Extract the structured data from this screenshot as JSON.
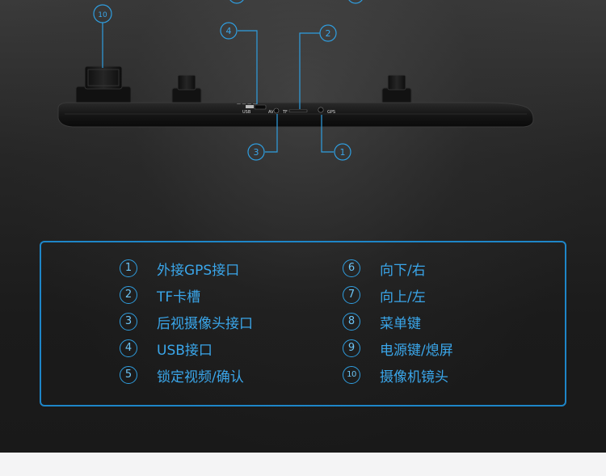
{
  "ports": {
    "usb": "USB",
    "av": "AV",
    "tf": "TF",
    "gps": "GPS"
  },
  "callouts": {
    "c10": "10",
    "c4": "4",
    "c2": "2",
    "c3": "3",
    "c1": "1"
  },
  "legend": {
    "left": [
      {
        "num": "1",
        "label": "外接GPS接口"
      },
      {
        "num": "2",
        "label": "TF卡槽"
      },
      {
        "num": "3",
        "label": "后视摄像头接口"
      },
      {
        "num": "4",
        "label": "USB接口"
      },
      {
        "num": "5",
        "label": "锁定视频/确认"
      }
    ],
    "right": [
      {
        "num": "6",
        "label": "向下/右"
      },
      {
        "num": "7",
        "label": "向上/左"
      },
      {
        "num": "8",
        "label": "菜单键"
      },
      {
        "num": "9",
        "label": "电源键/熄屏"
      },
      {
        "num": "10",
        "label": "摄像机镜头"
      }
    ]
  },
  "colors": {
    "accent": "#2f9ee0",
    "text": "#3aa6ea",
    "background": "#1e1e1e"
  }
}
